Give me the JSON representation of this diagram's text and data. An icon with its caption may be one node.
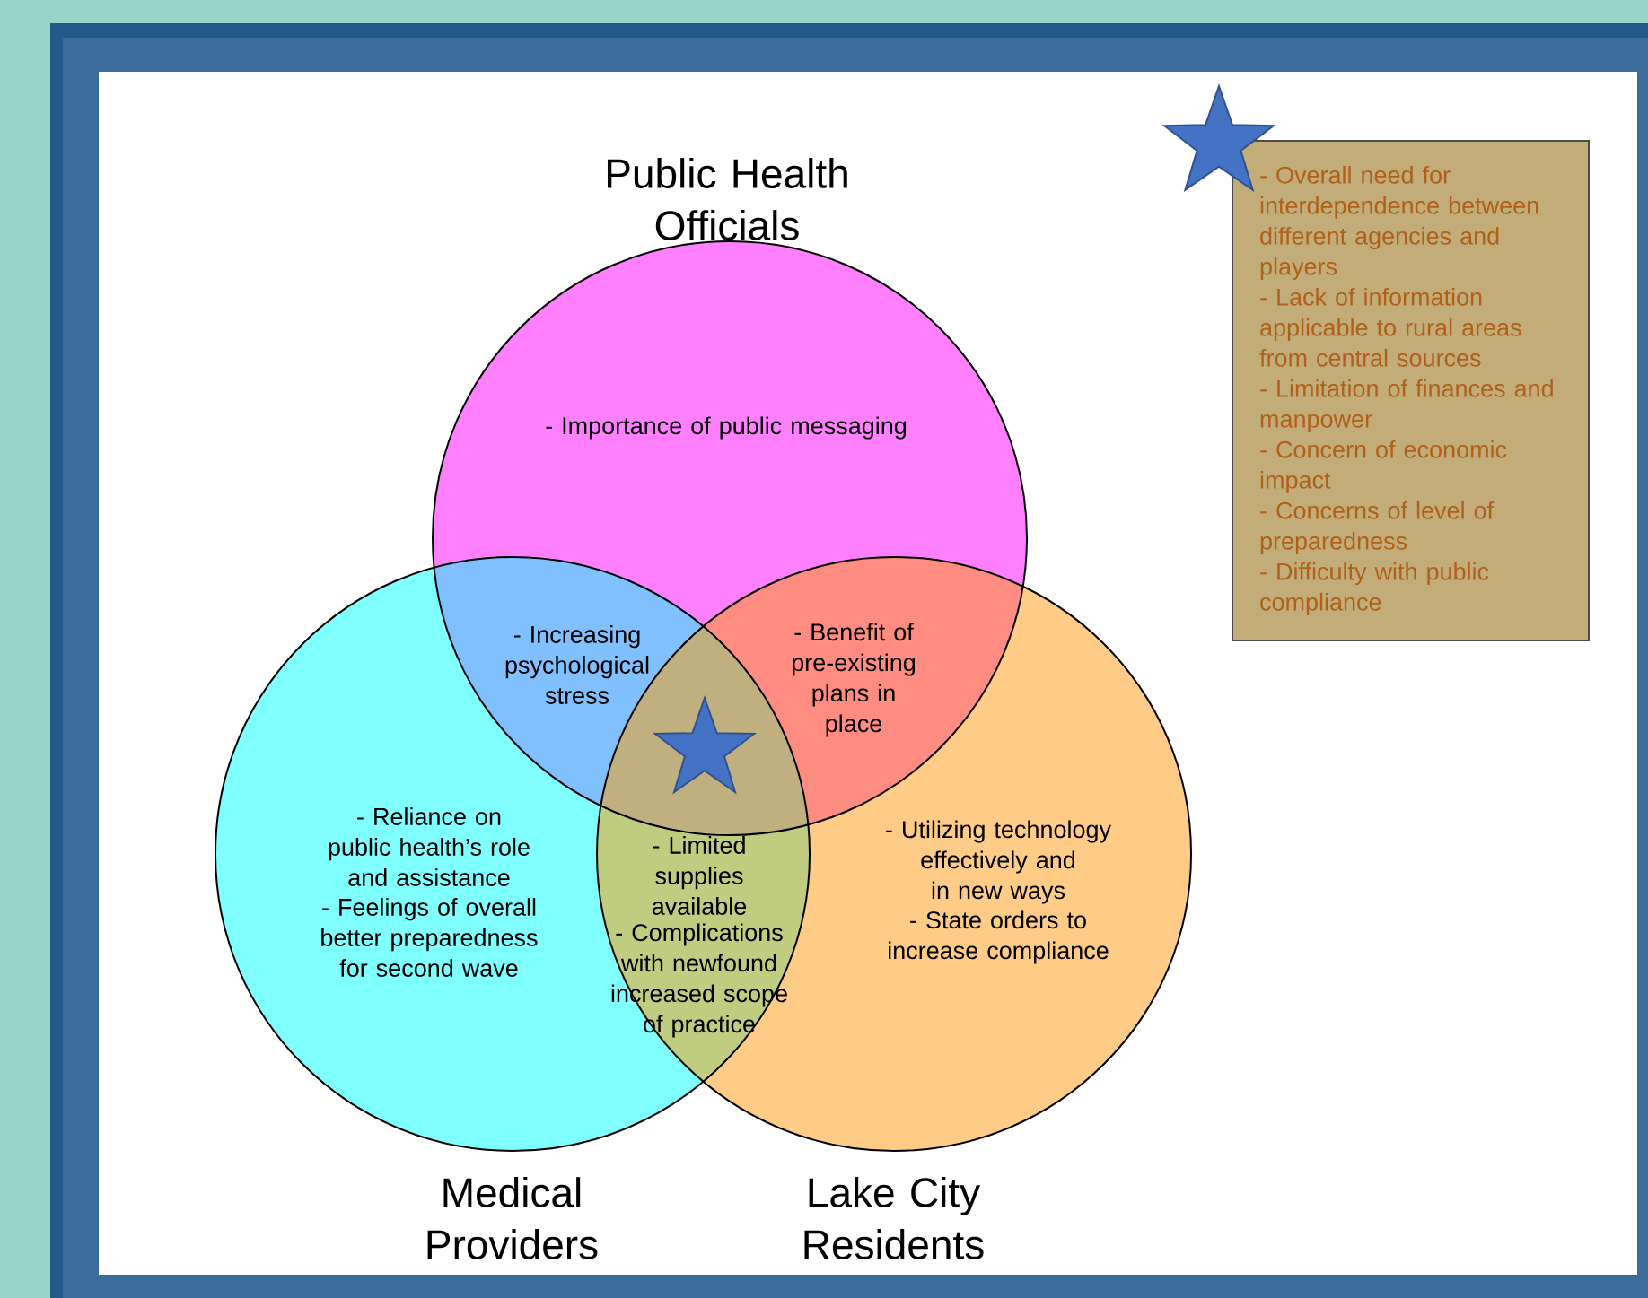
{
  "diagram": {
    "nodes": [
      {
        "text": [
          "Public Health Officials",
          "- Importance of public messaging"
        ]
      },
      {
        "text": [
          "- Reliance on public health’s role and assistance",
          "- Feelings of overall better preparedness for second wave",
          "Medical Providers"
        ]
      },
      {
        "text": [
          "- Utilizing technology effectively and in new ways",
          "- State orders to increase compliance",
          "Lake City Residents"
        ]
      },
      {
        "text": [
          "- Overall need for interdependence between different agencies and players",
          "- Lack of information applicable to rural areas from central sources",
          "- Limitation of finances and manpower",
          "- Concern of economic impact",
          "- Concerns of level of preparedness",
          "- Difficulty with public compliance"
        ]
      }
    ],
    "labels": [
      "- Increasing psychological stress",
      "- Benefit of pre-existing plans in place",
      "- Limited supplies available",
      "- Complications with newfound increased scope of practice"
    ]
  }
}
